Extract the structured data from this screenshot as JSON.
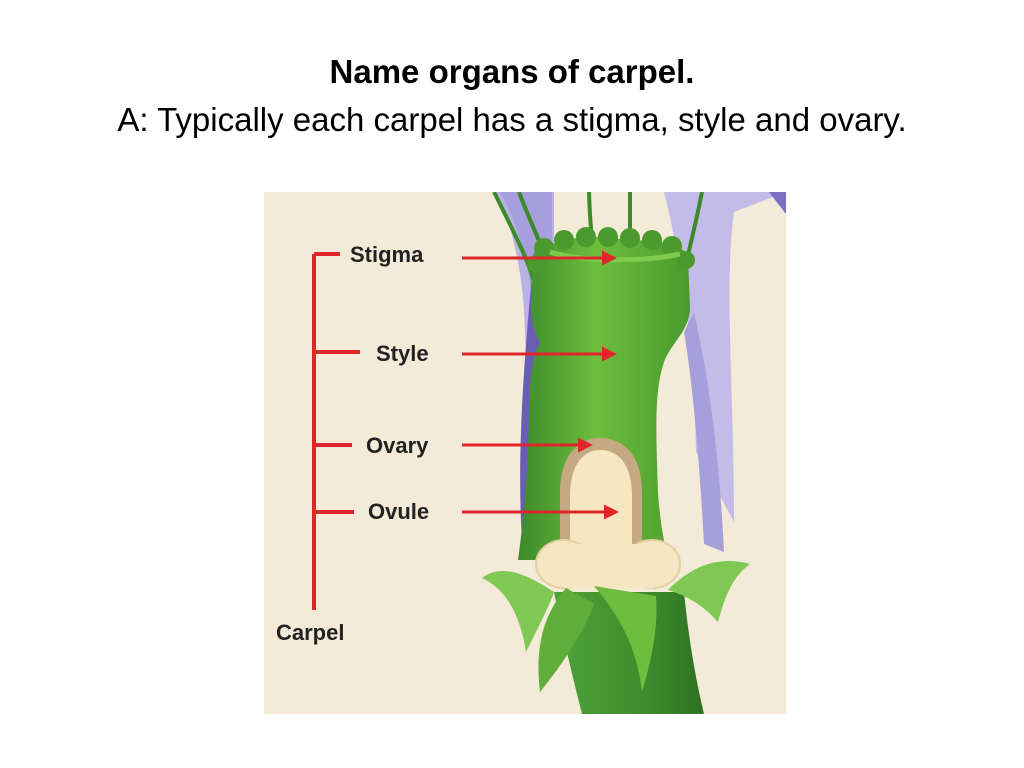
{
  "question": "Name organs of carpel.",
  "answer": "A: Typically each carpel has a stigma, style and ovary.",
  "diagram": {
    "labels": {
      "stigma": "Stigma",
      "style": "Style",
      "ovary": "Ovary",
      "ovule": "Ovule",
      "carpel": "Carpel"
    },
    "colors": {
      "background": "#f4ead8",
      "petal": "#b9b2e2",
      "petal_dark": "#6a5db4",
      "pistil": "#6dbd3e",
      "pistil_dark": "#3c8a2a",
      "ovule": "#f6e7c2",
      "ovary_wall": "#c4a983",
      "arrow": "#e0252b"
    }
  }
}
